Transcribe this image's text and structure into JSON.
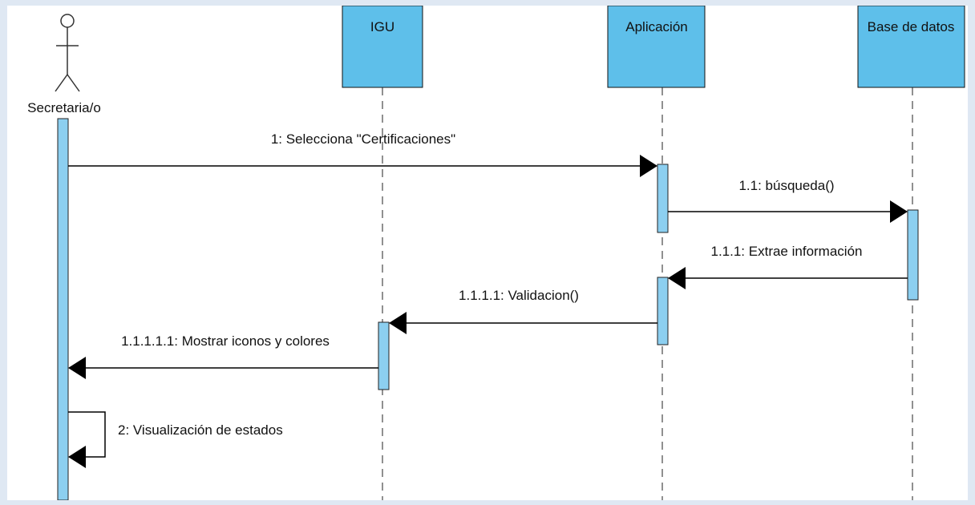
{
  "diagram": {
    "actor": {
      "name": "Secretaria/o"
    },
    "lifelines": [
      {
        "id": "igu",
        "name": "IGU"
      },
      {
        "id": "app",
        "name": "Aplicación"
      },
      {
        "id": "db",
        "name": "Base de datos"
      }
    ],
    "messages": [
      {
        "id": "m1",
        "label": "1: Selecciona \"Certificaciones\"",
        "from": "Secretaria/o",
        "to": "Aplicación"
      },
      {
        "id": "m2",
        "label": "1.1: búsqueda()",
        "from": "Aplicación",
        "to": "Base de datos"
      },
      {
        "id": "m3",
        "label": "1.1.1: Extrae información",
        "from": "Base de datos",
        "to": "Aplicación"
      },
      {
        "id": "m4",
        "label": "1.1.1.1: Validacion()",
        "from": "Aplicación",
        "to": "IGU"
      },
      {
        "id": "m5",
        "label": "1.1.1.1.1: Mostrar iconos y colores",
        "from": "IGU",
        "to": "Secretaria/o"
      },
      {
        "id": "m6",
        "label": "2: Visualización de estados",
        "from": "Secretaria/o",
        "to": "Secretaria/o"
      }
    ],
    "colors": {
      "box_fill": "#5ebfea",
      "activation_fill": "#8ccff0",
      "line": "#000000",
      "background": "#dfe8f3"
    }
  }
}
